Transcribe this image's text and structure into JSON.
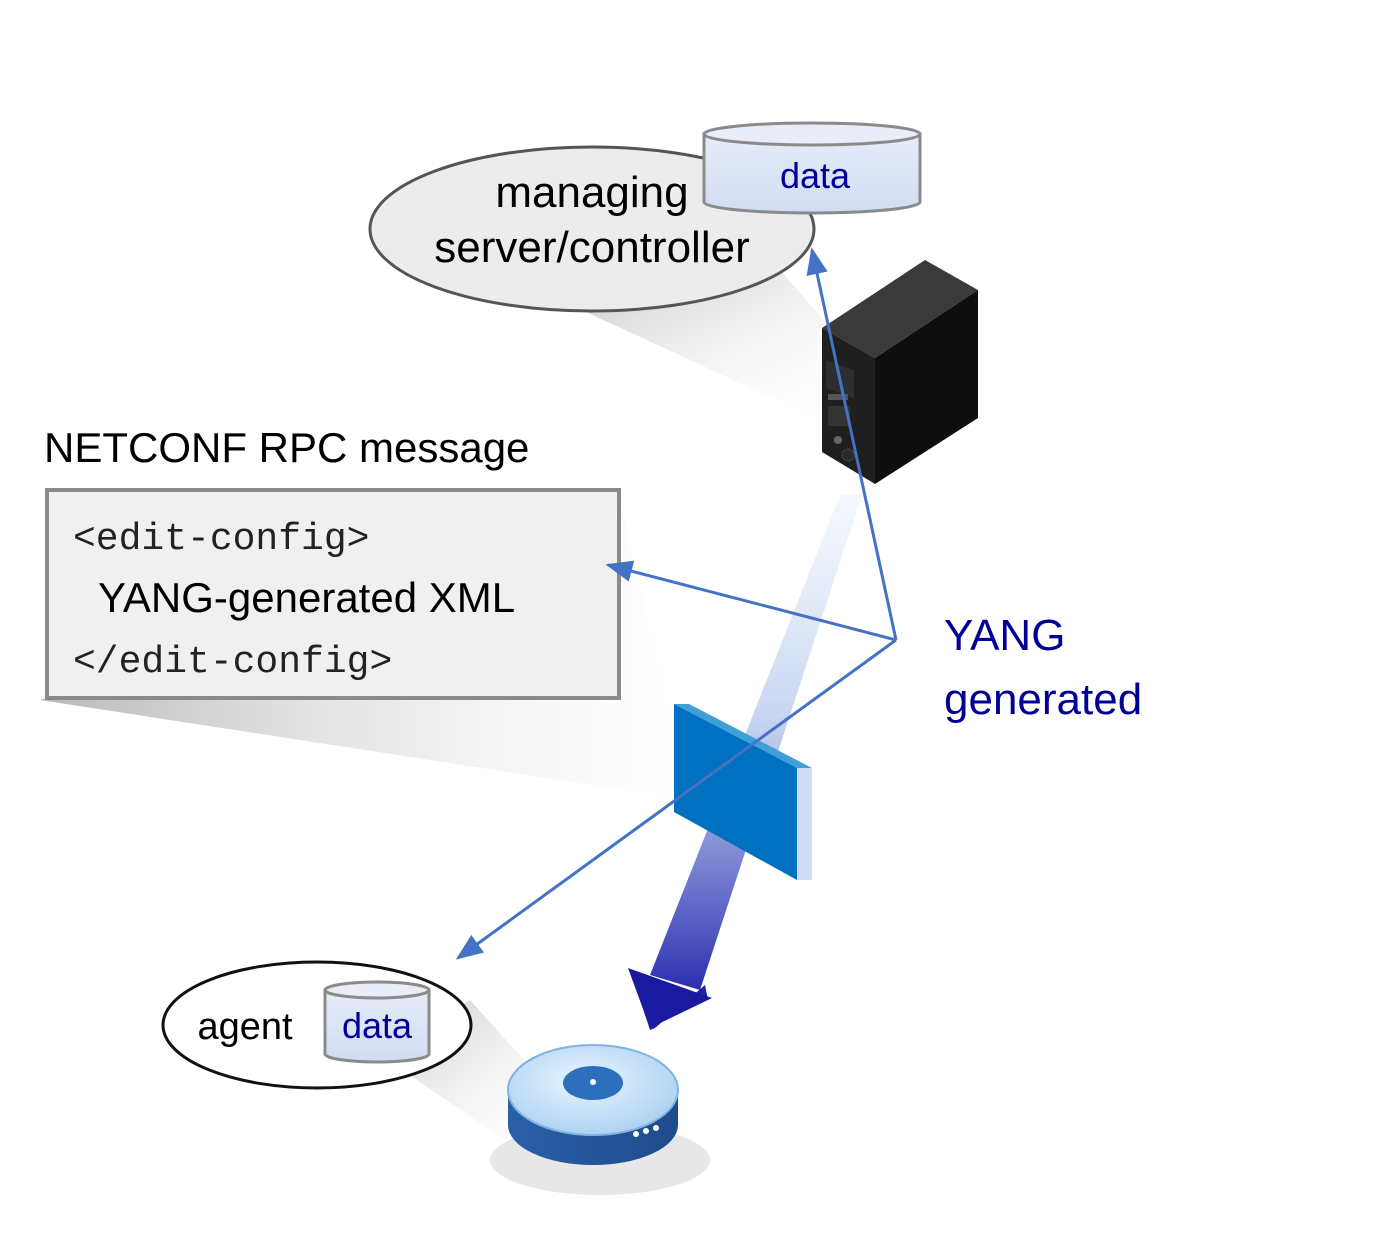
{
  "colors": {
    "accent_text": "#000099",
    "arrow_line": "#4472c4",
    "cylinder_fill": "#dbe4f6",
    "message_box_fill": "#f0f0f0",
    "switch_blue": "#0070c0",
    "server_body": "#1a1a1a"
  },
  "manager": {
    "label_line1": "managing",
    "label_line2": "server/controller",
    "datastore_label": "data",
    "icon": "server-tower-icon"
  },
  "message": {
    "title": "NETCONF RPC message",
    "open_tag": "<edit-config>",
    "body": "YANG-generated XML",
    "close_tag": "</edit-config>"
  },
  "annotation": {
    "line1": "YANG",
    "line2": "generated"
  },
  "agent": {
    "label": "agent",
    "datastore_label": "data",
    "icon": "router-device-icon"
  },
  "transport": {
    "icon": "firewall-switch-icon"
  }
}
